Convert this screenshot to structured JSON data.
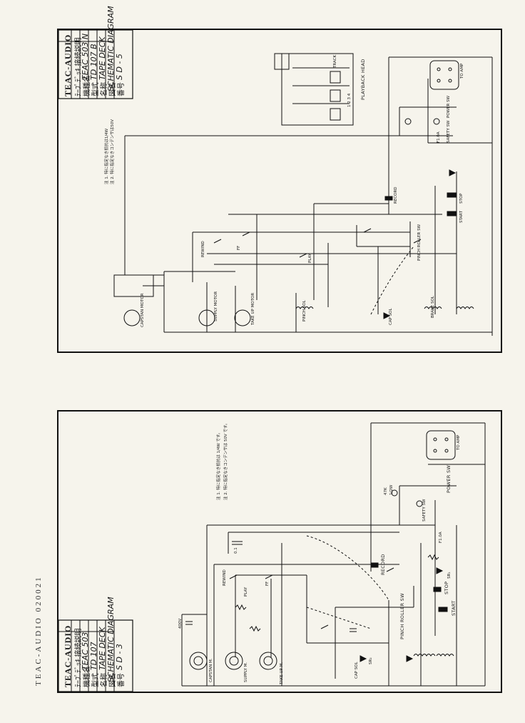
{
  "colors": {
    "paper": "#f6f4ec",
    "ink": "#111111"
  },
  "margin_mark": "TEAC-AUDIO 020021",
  "sheet_top": {
    "title_block": {
      "brand": "TEAC-AUDIO",
      "drawing_title": "ﾃｰﾌﾟﾃﾞｯｷ 接続説明",
      "model_label": "機種名",
      "model": "TEAC  503 N",
      "type_label": "型式",
      "type": "TD 107 B",
      "name_label": "名称",
      "name": "TAPE DECK",
      "doc_label": "図名",
      "doc": "SCHEMATIC DIAGRAM",
      "no_label": "番号",
      "no": "S D - 5"
    },
    "labels": {
      "playback_head": "PLAYBACK HEAD",
      "track": "TRACK",
      "track_nums": "1  2  3  4",
      "to_amp": "TO AMP",
      "power_sw": "POWER SW",
      "safety_sw": "SAFETY SW",
      "fuse": "F1.0A",
      "record": "RECORD",
      "stop": "STOP",
      "start": "START",
      "pinch_roller": "PINCH ROLLER SW",
      "rewind": "REWIND",
      "ff": "FF",
      "play": "PLAY",
      "supply_motor": "SUPPLY MOTOR",
      "take_up_motor": "TAKE UP MOTOR",
      "capstan": "CAPSTAN MOTOR",
      "brake_sol": "BRAKE SOL",
      "cap_sol": "CAP SOL",
      "pinch_sol": "PINCH SOL"
    },
    "notes": [
      "注 1. 特に指定なき抵抗は1/4W",
      "注 2. 特に指定なきコンデンサは50V"
    ]
  },
  "sheet_bottom": {
    "title_block": {
      "brand": "TEAC-AUDIO",
      "drawing_title": "ﾃｰﾌﾟﾃﾞｯｷ 接続説明",
      "model_label": "機種名",
      "model": "TEAC  503",
      "type_label": "型式",
      "type": "TD 107",
      "name_label": "名称",
      "name": "TAPE DECK",
      "doc_label": "図名",
      "doc": "SCHEMATIC DIAGRAM",
      "no_label": "番号",
      "no": "S D - 3"
    },
    "labels": {
      "to_amp": "TO AMP",
      "power_sw": "POWER SW",
      "safety_sw": "SAFETY SW",
      "fuse": "F1.0A",
      "record": "RECORD",
      "stop": "STOP",
      "start": "START",
      "pinch_roller": "PINCH ROLLER SW",
      "play": "PLAY",
      "supply": "SUPPLY M.",
      "take_up": "TAKE UP M.",
      "capstan": "CAPSTAN M.",
      "cap_sol": "CAP SOL",
      "rewind": "REWIND",
      "ff": "FF",
      "sr1": "SR₁",
      "sr2": "SR₂",
      "r47k": "47K",
      "r_1": "1/2W",
      "c_01": "0.1",
      "c_400v": "400V"
    },
    "notes": [
      "注 1. 特に指定なき抵抗は 1/4W です。",
      "注 2. 特に指定なきコンデンサは 50V です。"
    ]
  }
}
